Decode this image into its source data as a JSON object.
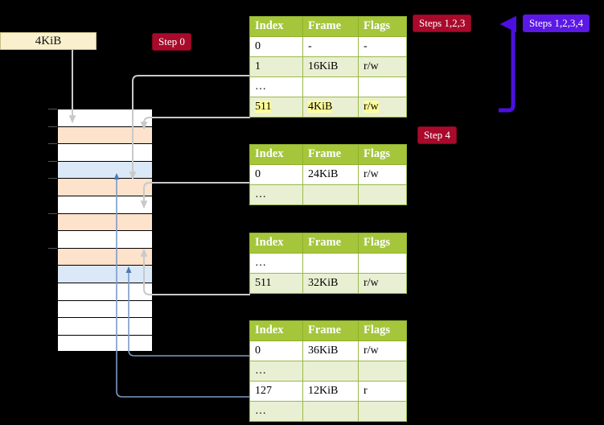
{
  "diagram": {
    "title_badges": [
      {
        "id": "steps-123",
        "label": "Steps 1,2,3",
        "color": "#A90A2B"
      },
      {
        "id": "steps-1234",
        "label": "Steps 1,2,3,4",
        "color": "#5B18E6"
      }
    ],
    "step0_label": "Step 0",
    "step4_label": "Step 4",
    "memory_label": "4KiB"
  },
  "tables": [
    {
      "id": "pml4-table",
      "headers": [
        "Index",
        "Frame",
        "Flags"
      ],
      "rows": [
        {
          "index": "0",
          "frame": "-",
          "flags": "-",
          "band": "odd",
          "highlight": false
        },
        {
          "index": "1",
          "frame": "16KiB",
          "flags": "r/w",
          "band": "even",
          "highlight": false
        },
        {
          "index": "…",
          "frame": "",
          "flags": "",
          "band": "odd",
          "highlight": false
        },
        {
          "index": "511",
          "frame": "4KiB",
          "flags": "r/w",
          "band": "even",
          "highlight": true
        }
      ]
    },
    {
      "id": "pdp-table",
      "headers": [
        "Index",
        "Frame",
        "Flags"
      ],
      "rows": [
        {
          "index": "0",
          "frame": "24KiB",
          "flags": "r/w",
          "band": "odd",
          "highlight": false
        },
        {
          "index": "…",
          "frame": "",
          "flags": "",
          "band": "even",
          "highlight": false
        }
      ]
    },
    {
      "id": "pd-table",
      "headers": [
        "Index",
        "Frame",
        "Flags"
      ],
      "rows": [
        {
          "index": "…",
          "frame": "",
          "flags": "",
          "band": "odd",
          "highlight": false
        },
        {
          "index": "511",
          "frame": "32KiB",
          "flags": "r/w",
          "band": "even",
          "highlight": false
        }
      ]
    },
    {
      "id": "pt-table",
      "headers": [
        "Index",
        "Frame",
        "Flags"
      ],
      "rows": [
        {
          "index": "0",
          "frame": "36KiB",
          "flags": "r/w",
          "band": "odd",
          "highlight": false
        },
        {
          "index": "…",
          "frame": "",
          "flags": "",
          "band": "even",
          "highlight": false
        },
        {
          "index": "127",
          "frame": "12KiB",
          "flags": "r",
          "band": "odd",
          "highlight": false
        },
        {
          "index": "…",
          "frame": "",
          "flags": "",
          "band": "even",
          "highlight": false
        }
      ]
    }
  ],
  "memory_rows": [
    {
      "fill": "white"
    },
    {
      "fill": "peach"
    },
    {
      "fill": "white"
    },
    {
      "fill": "blue"
    },
    {
      "fill": "peach"
    },
    {
      "fill": "white"
    },
    {
      "fill": "peach"
    },
    {
      "fill": "white"
    },
    {
      "fill": "peach"
    },
    {
      "fill": "blue"
    },
    {
      "fill": "white"
    },
    {
      "fill": "white"
    },
    {
      "fill": "white"
    },
    {
      "fill": "white"
    }
  ],
  "colors": {
    "header_green": "#A5C63B",
    "row_band": "#E9EFD2",
    "highlight_yellow": "#FFFF99",
    "memory_peach": "#FDE2CC",
    "memory_blue": "#DBE8F7",
    "badge_red": "#A90A2B",
    "badge_purple": "#5B18E6",
    "connector_gray": "#BFBFBF",
    "connector_blue": "#7C9AC4",
    "box_cream": "#FAF0CD"
  }
}
